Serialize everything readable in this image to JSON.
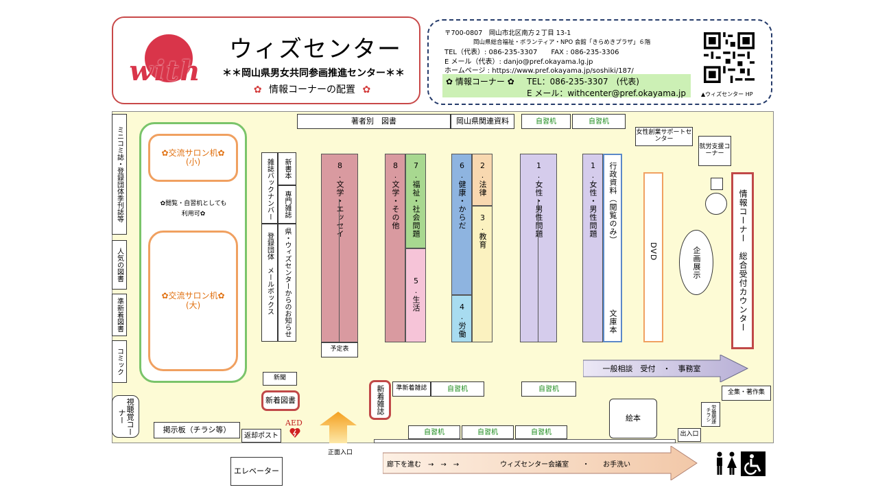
{
  "header": {
    "logo_text": "with",
    "title": "ウィズセンター",
    "subtitle": "＊＊岡山県男女共同参画推進センター＊＊",
    "layout_caption": "情報コーナーの配置",
    "flower_glyph": "✿"
  },
  "contact": {
    "postal": "〒700-0807　岡山市北区南方２丁目 13-1",
    "building": "岡山県総合福祉・ボランティア・NPO 会館「きらめきプラザ」６階",
    "tel_fax": "TEL（代表）: 086-235-3307　　FAX : 086-235-3306",
    "email": "E メール（代表）: danjo@pref.okayama.lg.jp",
    "homepage": "ホームページ : https://www.pref.okayama.jp/soshiki/187/",
    "info_corner_label": "情報コーナー",
    "info_tel": "TEL：086-235-3307　(代表)",
    "info_email": "E メール：withcenter@pref.okayama.jp",
    "qr_caption": "▲ウィズセンター HP"
  },
  "floor": {
    "top_row": {
      "by_author": "著者別　図書",
      "okayama": "岡山県関連資料",
      "desk1": "自習机",
      "desk2": "自習机"
    },
    "womens_business": "女性創業サポートセンター",
    "employment": "就労支援コーナー",
    "left_wall": {
      "minikomi": "ミニコミ誌・登録団体季刊誌等",
      "popular": "人気の図書",
      "new_arrival": "準新着図書",
      "comic": "コミック",
      "av": "視聴覚コーナー"
    },
    "salon_small": "✿交流サロン机✿\n(小)",
    "salon_note": "✿閲覧・自習机としても\n利用可✿",
    "salon_large": "✿交流サロン机✿\n(大)",
    "racks": {
      "magazine_backnumber": "雑誌バックナンバー",
      "new_books": "新書本",
      "specialty_mags": "専門雑誌",
      "groups_mailbox": "登録団体　メールボックス",
      "notices": "県・ウィズセンターからのお知らせ"
    },
    "shelves": {
      "s8a": "8.文学・エッセイ",
      "s8b": "8.文学・その他",
      "s7": "7.福祉・社会問題",
      "s5": "5.生活",
      "s6": "6.健康・からだ",
      "s4": "4.労働",
      "s2": "2.法律",
      "s3": "3.教育",
      "s1a": "1.女性・男性問題",
      "s1b": "1.女性・男性問題",
      "admin": "行政資料（閲覧のみ）",
      "bunko": "文庫本",
      "dvd": "DVD",
      "yoteihyo": "予定表"
    },
    "exhibition": "企画展示",
    "counter": "情報コーナー　総合受付カウンター",
    "consult_arrow": "一般相談　受付　・　事務室",
    "newspaper": "新聞",
    "new_books_btn": "新着図書",
    "new_mags": "新着雑誌",
    "semi_new_mags": "準新着雑誌",
    "desk_a": "自習机",
    "desk_b": "自習机",
    "picture_books": "絵本",
    "complete_works": "全集・著作集",
    "labor_flyers": "労働関連チラシ",
    "exit": "出入口",
    "bottom_desks": [
      "自習机",
      "自習机",
      "自習机"
    ],
    "bulletin": "掲示板（チラシ等）",
    "return_post": "返却ポスト",
    "aed": "AED",
    "main_entrance": "正面入口",
    "elevator": "エレベーター",
    "hallway": "廊下を進む　→　→　→　　　　　　ウィズセンター会議室　　・　　お手洗い"
  },
  "colors": {
    "floor_bg": "#fdfbd5",
    "accent_red": "#d33a3a",
    "info_green": "#ccf0b5",
    "salon_orange": "#f0a060"
  }
}
